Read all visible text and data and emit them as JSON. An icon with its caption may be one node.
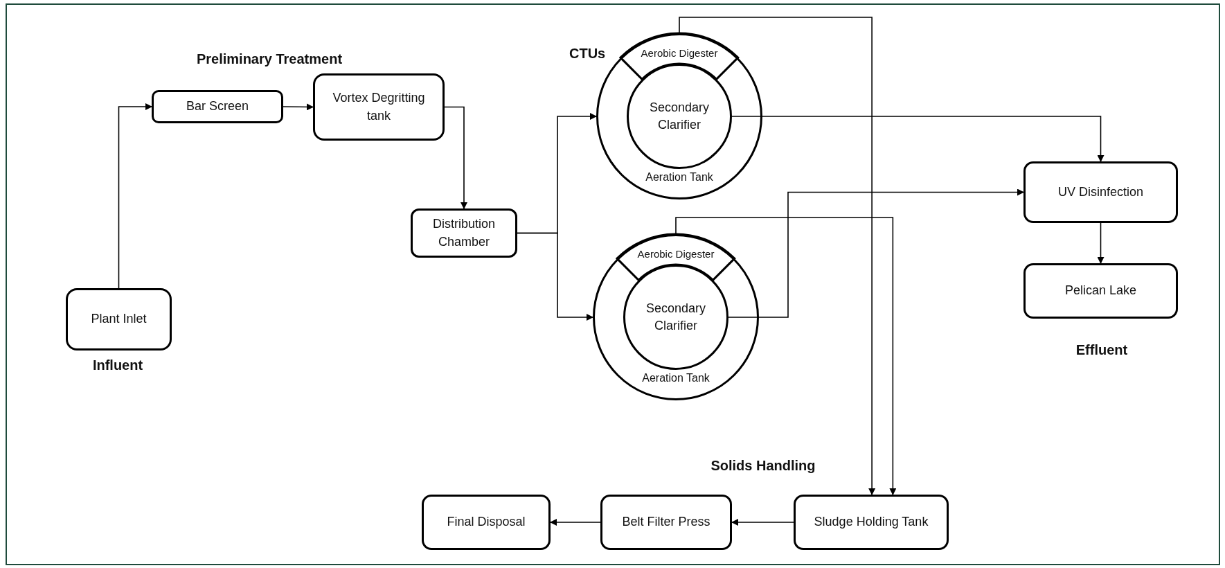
{
  "diagram": {
    "nodes": [
      {
        "text": [
          "Plant Inlet"
        ]
      },
      {
        "text": [
          "Bar Screen"
        ]
      },
      {
        "text": [
          "Vortex Degritting tank"
        ]
      },
      {
        "text": [
          "Distribution Chamber"
        ]
      },
      {
        "text": [
          "Aeration Tank"
        ]
      },
      {
        "text": [
          "Aerobic Digester"
        ],
        "in": 4
      },
      {
        "text": [
          "Secondary Clarifier"
        ],
        "in": 4
      },
      {
        "text": [
          "Aeration Tank"
        ]
      },
      {
        "text": [
          "Aerobic Digester"
        ],
        "in": 7
      },
      {
        "text": [
          "Secondary Clarifier"
        ],
        "in": 7
      },
      {
        "text": [
          "UV Disinfection"
        ]
      },
      {
        "text": [
          "Pelican Lake"
        ]
      },
      {
        "text": [
          "Final Disposal"
        ]
      },
      {
        "text": [
          "Belt Filter Press"
        ]
      },
      {
        "text": [
          "Sludge Holding Tank"
        ]
      }
    ],
    "edges": [
      {
        "from": 0,
        "to": 1,
        "arrow": "to"
      },
      {
        "from": 1,
        "to": 2,
        "arrow": "to"
      },
      {
        "from": 2,
        "to": 3,
        "arrow": "to"
      },
      {
        "from": 3,
        "to": 4,
        "arrow": "to"
      },
      {
        "from": 3,
        "to": 7,
        "arrow": "to"
      },
      {
        "from": 6,
        "to": 10,
        "arrow": "to"
      },
      {
        "from": 9,
        "to": 10,
        "arrow": "to"
      },
      {
        "from": 5,
        "to": 14,
        "arrow": "to"
      },
      {
        "from": 8,
        "to": 14,
        "arrow": "to"
      },
      {
        "from": 10,
        "to": 11,
        "arrow": "to"
      },
      {
        "from": 14,
        "to": 13,
        "arrow": "to"
      },
      {
        "from": 13,
        "to": 12,
        "arrow": "to"
      }
    ],
    "labels": [
      "CTUs",
      "Preliminary Treatment",
      "Effluent",
      "Influent",
      "Solids Handling"
    ]
  }
}
